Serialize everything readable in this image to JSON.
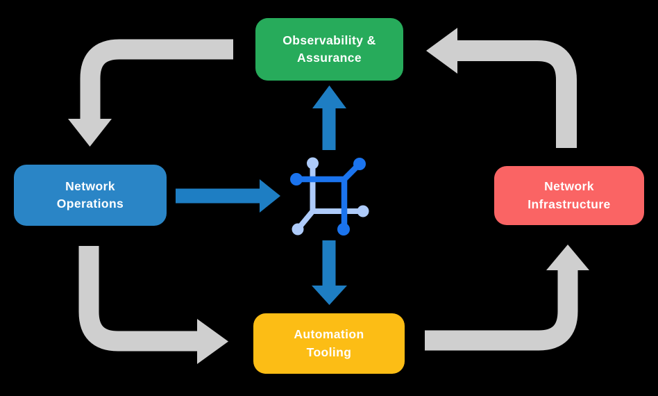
{
  "diagram": {
    "title": "network operations lifecycle diagram",
    "background": "#000000",
    "nodes": {
      "observability": {
        "label": "Observability &\nAssurance",
        "color": "#27ab5b",
        "text_color": "#ffffff"
      },
      "operations": {
        "label": "Network\nOperations",
        "color": "#2a85c6",
        "text_color": "#ffffff"
      },
      "infrastructure": {
        "label": "Network\nInfrastructure",
        "color": "#fa6464",
        "text_color": "#ffffff"
      },
      "automation": {
        "label": "Automation\nTooling",
        "color": "#fcbd15",
        "text_color": "#ffffff"
      }
    },
    "center_icon": {
      "name": "network-fabric-icon",
      "primary_color": "#1b74ee",
      "secondary_color": "#aecbfa"
    },
    "colors": {
      "flow_arrow": "#cfcfcf",
      "core_arrow": "#1e7ec3"
    },
    "connections": [
      {
        "from": "observability",
        "to": "operations",
        "style": "gray-elbow"
      },
      {
        "from": "operations",
        "to": "automation",
        "style": "gray-elbow"
      },
      {
        "from": "automation",
        "to": "infrastructure",
        "style": "gray-elbow"
      },
      {
        "from": "infrastructure",
        "to": "observability",
        "style": "gray-elbow"
      },
      {
        "from": "operations",
        "to": "center-icon",
        "style": "blue-straight"
      },
      {
        "from": "center-icon",
        "to": "observability",
        "style": "blue-straight"
      },
      {
        "from": "center-icon",
        "to": "automation",
        "style": "blue-straight"
      }
    ]
  }
}
